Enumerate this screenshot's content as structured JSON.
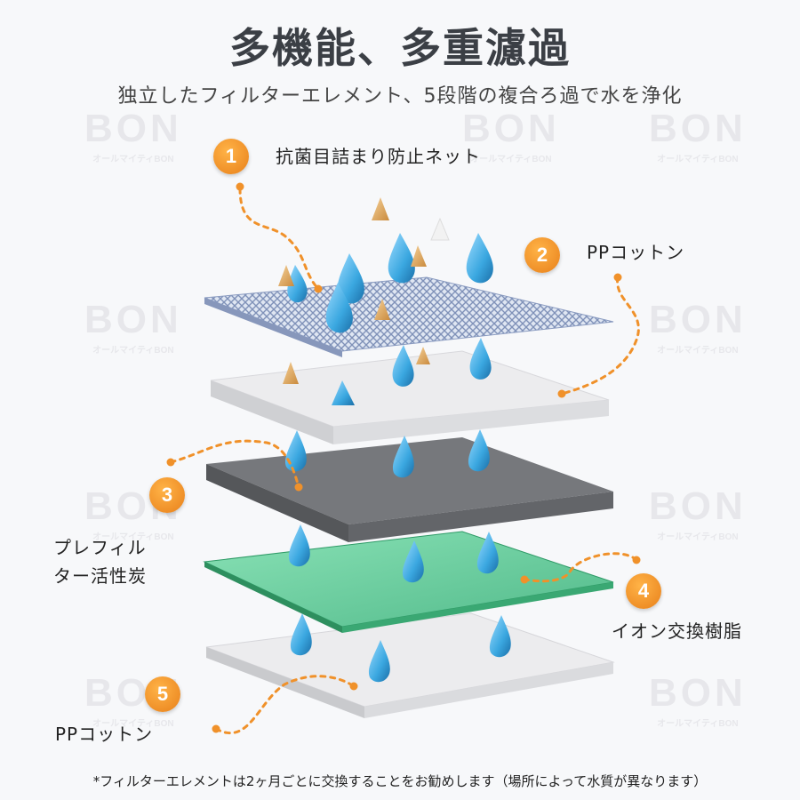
{
  "title": "多機能、多重濾過",
  "subtitle": "独立したフィルターエレメント、5段階の複合ろ過で水を浄化",
  "watermark": {
    "logo": "BON",
    "tagline": "オールマイティBON"
  },
  "layers": [
    {
      "number": "1",
      "name": "抗菌目詰まり防止ネット"
    },
    {
      "number": "2",
      "name": "PPコットン"
    },
    {
      "number": "3",
      "name_line1": "プレフィル",
      "name_line2": "ター活性炭"
    },
    {
      "number": "4",
      "name": "イオン交換樹脂"
    },
    {
      "number": "5",
      "name": "PPコットン"
    }
  ],
  "footnote": "*フィルターエレメントは2ヶ月ごとに交換することをお勧めします（場所によって水質が異なります）",
  "colors": {
    "accent": "#f0912a",
    "title": "#3b3f45",
    "carbon": "#6e7074",
    "resin": "#5fc994",
    "cotton": "#e9eaec",
    "drop": "#3aa7e0"
  }
}
